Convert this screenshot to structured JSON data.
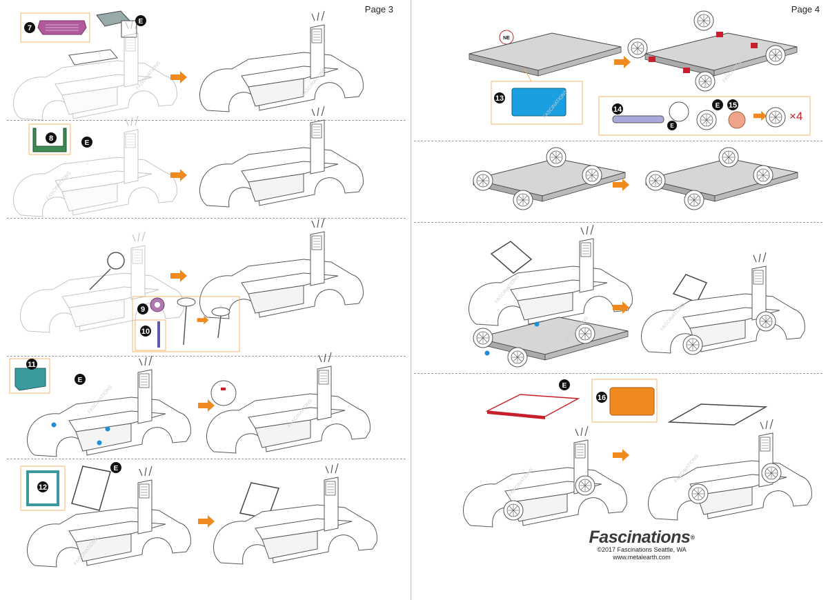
{
  "pages": {
    "left_label": "Page 3",
    "right_label": "Page 4"
  },
  "callouts": {
    "adhesive_letter": "E",
    "wheel_count": "×4",
    "orientation_label": "NE"
  },
  "steps": [
    {
      "number": "7"
    },
    {
      "number": "8"
    },
    {
      "number": "9"
    },
    {
      "number": "10"
    },
    {
      "number": "11"
    },
    {
      "number": "12"
    },
    {
      "number": "13"
    },
    {
      "number": "14"
    },
    {
      "number": "15"
    },
    {
      "number": "16"
    }
  ],
  "watermark": "FASCINATIONS",
  "footer": {
    "brand": "Fascinations",
    "reg": "®",
    "copyright": "©2017 Fascinations Seattle, WA",
    "website": "www.metalearth.com"
  },
  "colors": {
    "arrow": "#f0891e",
    "callout_border": "#f5b36a",
    "part7": "#b05a9c",
    "part8": "#3f8a55",
    "part9": "#b07ab0",
    "part10": "#5a5aa8",
    "part11": "#3a9a9e",
    "part12": "#3a9a9e",
    "part13": "#1aa0e0",
    "part14": "#a9a9d9",
    "part15": "#f0a48a",
    "part16": "#f08a1e",
    "marker_red": "#c8202a",
    "marker_blue": "#1e90d8",
    "marker_green": "#8cc63f"
  }
}
